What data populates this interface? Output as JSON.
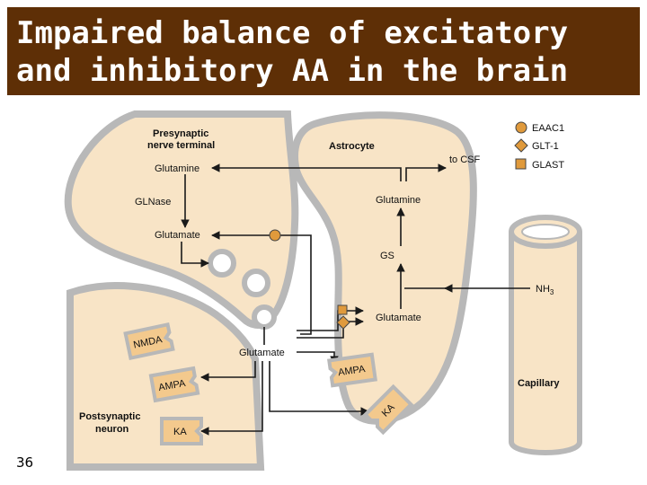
{
  "slide": {
    "title_line1": "Impaired balance of excitatory",
    "title_line2": "and inhibitory AA in the brain",
    "page_number": "36"
  },
  "diagram": {
    "presynaptic_label_1": "Presynaptic",
    "presynaptic_label_2": "nerve terminal",
    "astrocyte_label": "Astrocyte",
    "postsynaptic_label_1": "Postsynaptic",
    "postsynaptic_label_2": "neuron",
    "capillary_label": "Capillary",
    "glutamine_pre": "Glutamine",
    "glnase": "GLNase",
    "glutamate_pre": "Glutamate",
    "glutamate_cleft": "Glutamate",
    "to_csf": "to CSF",
    "glutamine_astro": "Glutamine",
    "gs": "GS",
    "nh3": "NH",
    "nh3_sub": "3",
    "glutamate_astro": "Glutamate",
    "receptor_nmda": "NMDA",
    "receptor_ampa_post": "AMPA",
    "receptor_ka_post": "KA",
    "receptor_ampa_astro": "AMPA",
    "receptor_ka_astro": "KA"
  },
  "legend": {
    "items": [
      {
        "label": "EAAC1",
        "shape": "circle"
      },
      {
        "label": "GLT-1",
        "shape": "diamond"
      },
      {
        "label": "GLAST",
        "shape": "square"
      }
    ]
  },
  "colors": {
    "title_bg": "#5e2f06",
    "cell_fill": "#f8e4c6",
    "cell_edge": "#b8b8b8",
    "transporter": "#e09a3c",
    "receptor": "#f3c98d"
  }
}
